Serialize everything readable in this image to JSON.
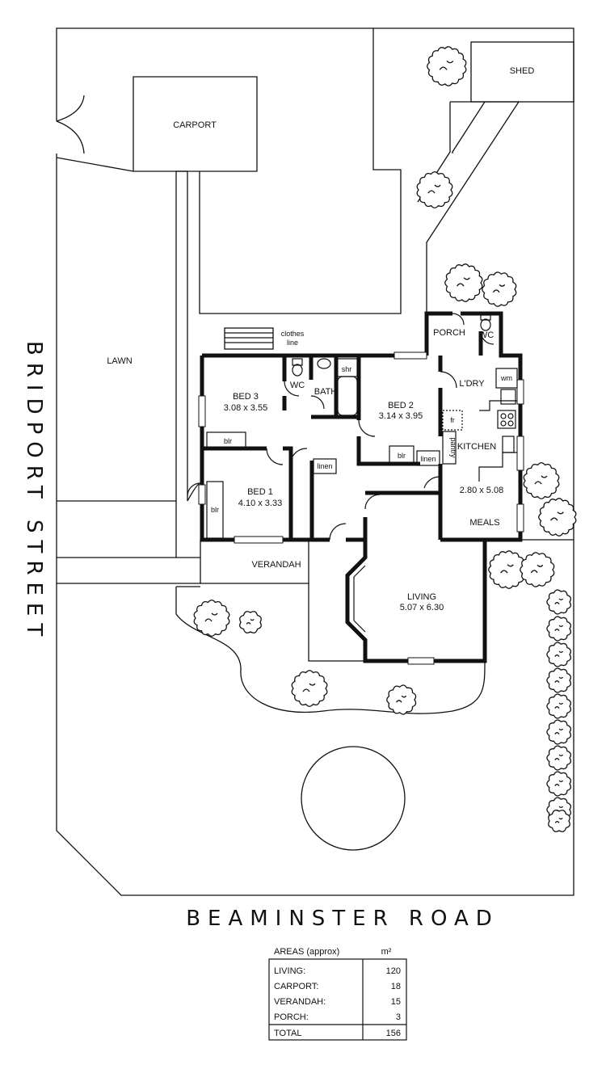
{
  "site": {
    "street_side": "BRIDPORT STREET",
    "street_front": "BEAMINSTER ROAD"
  },
  "outdoor": {
    "carport": "CARPORT",
    "shed": "SHED",
    "lawn": "LAWN",
    "verandah": "VERANDAH",
    "porch": "PORCH",
    "clothes_line": [
      "clothes",
      "line"
    ]
  },
  "rooms": {
    "bed3": {
      "name": "BED 3",
      "dims": "3.08 x 3.55"
    },
    "bed2": {
      "name": "BED 2",
      "dims": "3.14 x 3.95"
    },
    "bed1": {
      "name": "BED 1",
      "dims": "4.10 x 3.33"
    },
    "living": {
      "name": "LIVING",
      "dims": "5.07 x 6.30"
    },
    "kitchen": {
      "name": "KITCHEN",
      "dims": "2.80 x 5.08"
    },
    "meals": "MEALS",
    "laundry": "L'DRY",
    "bath": "BATH",
    "shower": "shr",
    "wc_inside": "WC",
    "wc_outside": "WC",
    "pantry": "pantry",
    "linen_1": "linen",
    "linen_2": "linen",
    "blr_bed3": "blr",
    "blr_bed2": "blr",
    "blr_bed1": "blr",
    "fridge": "fr",
    "washing_machine": "wm"
  },
  "areas_table": {
    "title": "AREAS (approx)",
    "unit": "m²",
    "rows": [
      {
        "label": "LIVING:",
        "value": "120"
      },
      {
        "label": "CARPORT:",
        "value": "18"
      },
      {
        "label": "VERANDAH:",
        "value": "15"
      },
      {
        "label": "PORCH:",
        "value": "3"
      }
    ],
    "total": {
      "label": "TOTAL",
      "value": "156"
    }
  }
}
